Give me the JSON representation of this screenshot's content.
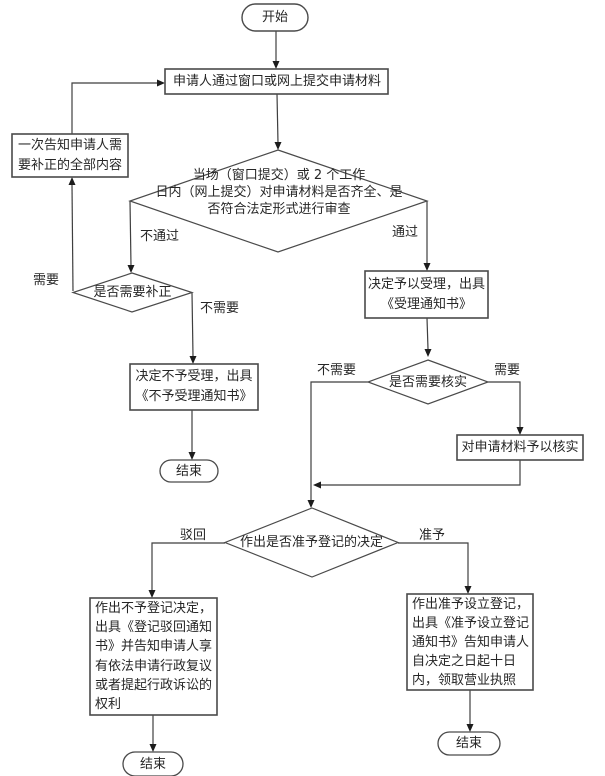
{
  "flowchart": {
    "title": "business-registration-approval-flowchart",
    "colors": {
      "background": "#ffffff",
      "shape_stroke": "#4a4a4a",
      "line_stroke": "#3f3f3f",
      "text": "#262626"
    },
    "nodes": {
      "start": {
        "label": "开始",
        "type": "terminator"
      },
      "submit": {
        "label": "申请人通过窗口或网上提交申请材料",
        "type": "process"
      },
      "inform": {
        "label": "一次告知申请人需\n要补正的全部内容",
        "type": "process"
      },
      "review": {
        "label": "当场（窗口提交）或 2 个工作\n日内（网上提交）对申请材料是否齐全、是\n否符合法定形式进行审查",
        "type": "decision"
      },
      "need_correction": {
        "label": "是否需要补正",
        "type": "decision"
      },
      "not_accept": {
        "label": "决定不予受理，出具\n《不予受理通知书》",
        "type": "process"
      },
      "accept": {
        "label": "决定予以受理，出具\n《受理通知书》",
        "type": "process"
      },
      "need_verify": {
        "label": "是否需要核实",
        "type": "decision"
      },
      "verify": {
        "label": "对申请材料予以核实",
        "type": "process"
      },
      "decide": {
        "label": "作出是否准予登记的决定",
        "type": "decision"
      },
      "deny": {
        "label": "作出不予登记决定，\n出具《登记驳回通知\n书》并告知申请人享\n有依法申请行政复议\n或者提起行政诉讼的\n权利",
        "type": "process"
      },
      "approve": {
        "label": "作出准予设立登记，\n出具《准予设立登记\n通知书》告知申请人\n自决定之日起十日\n内，领取营业执照",
        "type": "process"
      },
      "end_not_accept": {
        "label": "结束",
        "type": "terminator"
      },
      "end_deny": {
        "label": "结束",
        "type": "terminator"
      },
      "end_approve": {
        "label": "结束",
        "type": "terminator"
      }
    },
    "edge_labels": {
      "review_fail": "不通过",
      "review_pass": "通过",
      "correction_need": "需要",
      "correction_no_need": "不需要",
      "verify_no_need": "不需要",
      "verify_need": "需要",
      "decision_reject": "驳回",
      "decision_grant": "准予"
    }
  }
}
